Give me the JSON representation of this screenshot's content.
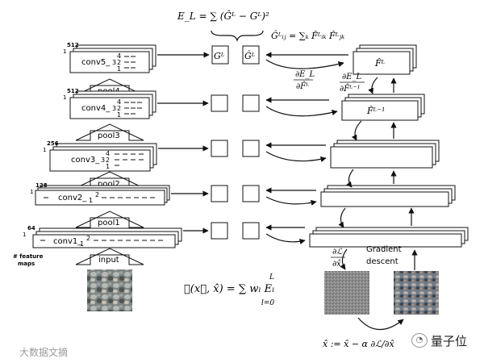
{
  "equations": {
    "el": "E_L = ∑ (Ĝᴸ − Gᴸ)²",
    "gram": "Ĝᴸᵢⱼ = ∑ₖ F̂ᴸᵢₖ F̂ᴸⱼₖ",
    "gram_l": "Gᴸ",
    "gram_hat": "Ĝᴸ",
    "feat_top": "F̂ᴸ",
    "feat_lm1": "F̂ᴸ⁻¹",
    "dEdF_num": "∂E_L",
    "dEdF_den": "∂F̂ᴸ",
    "dEdF1_num": "∂E_L",
    "dEdF1_den": "∂F̂ᴸ⁻¹",
    "loss": "ℒ(x⃗, x̂) = ∑ wₗ Eₗ",
    "loss_sum_top": "L",
    "loss_sum_bot": "l=0",
    "dLdx_num": "∂ℒ",
    "dLdx_den": "∂x̂",
    "update": "x̂ := x̂ − α ∂ℒ/∂x̂"
  },
  "labels": {
    "conv5": "conv5_",
    "conv4": "conv4_",
    "conv3": "conv3_",
    "conv2": "conv2_",
    "conv1": "conv1_",
    "pool4": "pool4",
    "pool3": "pool3",
    "pool2": "pool2",
    "pool1": "pool1",
    "input": "input",
    "gradient": "Gradient",
    "descent": "descent",
    "feature_line1": "# feature",
    "feature_line2": "maps"
  },
  "feature_counts": {
    "c5": "512",
    "c4": "512",
    "c3": "256",
    "c2": "128",
    "c1": "64",
    "one": "1"
  },
  "sub_indices": {
    "i1": "1",
    "i2": "2",
    "i3": "3",
    "i4": "4"
  },
  "watermark": {
    "left": "大数据文摘",
    "brand": "量子位"
  }
}
